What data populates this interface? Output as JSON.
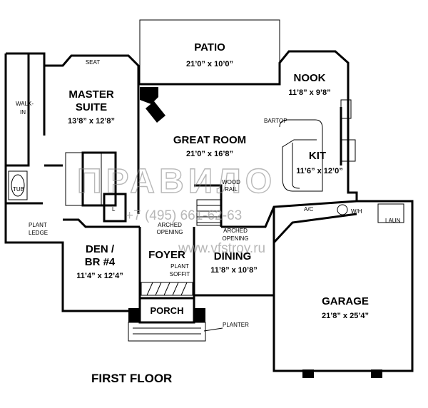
{
  "title": "FIRST FLOOR",
  "rooms": {
    "patio": {
      "name": "PATIO",
      "dims": "21’0” x 10’0”"
    },
    "master": {
      "name1": "MASTER",
      "name2": "SUITE",
      "dims": "13’8” x 12’8”"
    },
    "nook": {
      "name": "NOOK",
      "dims": "11’8” x 9’8”"
    },
    "great": {
      "name": "GREAT ROOM",
      "dims": "21’0” x 16’8”"
    },
    "kit": {
      "name": "KIT",
      "dims": "11’6” x 12’0”"
    },
    "den": {
      "name1": "DEN /",
      "name2": "BR #4",
      "dims": "11’4” x 12’4”"
    },
    "foyer": {
      "name": "FOYER"
    },
    "dining": {
      "name": "DINING",
      "dims": "11’8” x 10’8”"
    },
    "garage": {
      "name": "GARAGE",
      "dims": "21’8” x 25’4”"
    },
    "porch": {
      "name": "PORCH"
    }
  },
  "labels": {
    "walk_in_1": "WALK-",
    "walk_in_2": "IN",
    "seat": "SEAT",
    "tub": "TUB",
    "plant_ledge_1": "PLANT",
    "plant_ledge_2": "LEDGE",
    "bartop": "BARTOP",
    "wood_rail_1": "WOOD",
    "wood_rail_2": "RAIL",
    "arched_1a": "ARCHED",
    "arched_1b": "OPENING",
    "arched_2a": "ARCHED",
    "arched_2b": "OPENING",
    "plant_soffit_1": "PLANT",
    "plant_soffit_2": "SOFFIT",
    "ac": "A/C",
    "wh": "W/H",
    "laun": "LAUN",
    "linen": "L",
    "planter": "PLANTER"
  },
  "watermark": {
    "brand": "ПРАВИЛО",
    "phone": "+7 (495) 661-62-63",
    "site": "www.vfstroy.ru"
  }
}
